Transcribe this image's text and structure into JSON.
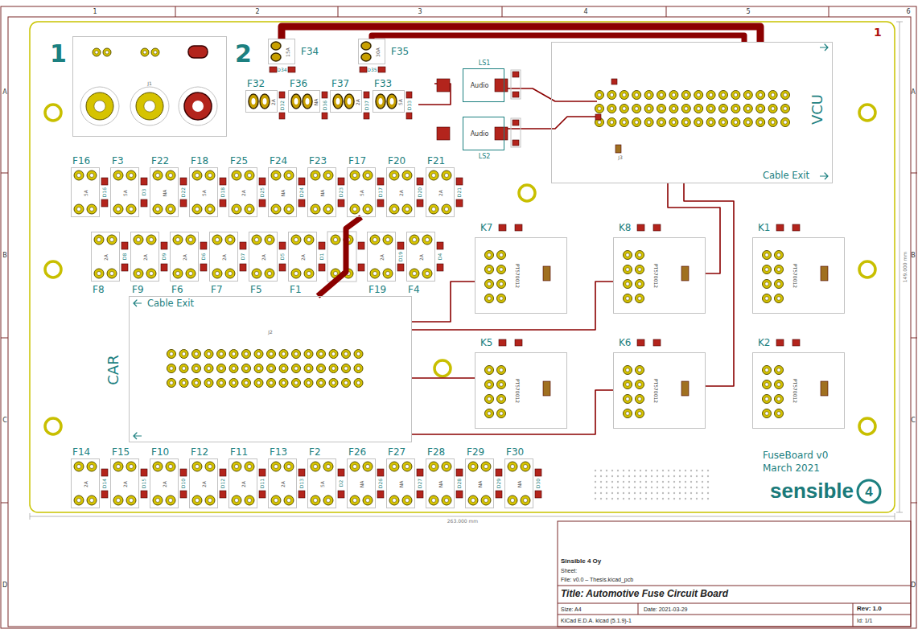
{
  "diagram": {
    "nodes": [
      {
        "text": [
          "J1"
        ]
      },
      {
        "text": [
          "F34",
          "15A"
        ]
      },
      {
        "text": [
          "F35",
          "30A"
        ]
      },
      {
        "text": [
          "F32",
          "2A"
        ]
      },
      {
        "text": [
          "F36",
          "NA"
        ]
      },
      {
        "text": [
          "F37",
          "2A"
        ]
      },
      {
        "text": [
          "F33",
          "5A"
        ]
      },
      {
        "text": [
          "LS1",
          "Audio"
        ]
      },
      {
        "text": [
          "LS2",
          "Audio"
        ]
      },
      {
        "text": [
          "VCU",
          "Cable Exit",
          "J3"
        ]
      },
      {
        "text": [
          "F16",
          "5A"
        ]
      },
      {
        "text": [
          "F3",
          "5A"
        ]
      },
      {
        "text": [
          "F22",
          "NA"
        ]
      },
      {
        "text": [
          "F18",
          "5A"
        ]
      },
      {
        "text": [
          "F25",
          "2A"
        ]
      },
      {
        "text": [
          "F24",
          "NA"
        ]
      },
      {
        "text": [
          "F23",
          "NA"
        ]
      },
      {
        "text": [
          "F17",
          "5A"
        ]
      },
      {
        "text": [
          "F20",
          "2A"
        ]
      },
      {
        "text": [
          "F21",
          "2A"
        ]
      },
      {
        "text": [
          "F8",
          "2A"
        ]
      },
      {
        "text": [
          "F9",
          "2A"
        ]
      },
      {
        "text": [
          "F6",
          "2A"
        ]
      },
      {
        "text": [
          "F7",
          "2A"
        ]
      },
      {
        "text": [
          "F5",
          "2A"
        ]
      },
      {
        "text": [
          "F1",
          "2A"
        ]
      },
      {
        "text": [
          "F19",
          "2A"
        ]
      },
      {
        "text": [
          "F4",
          "2A"
        ]
      },
      {
        "text": [
          "K7",
          "PT570012"
        ]
      },
      {
        "text": [
          "K8",
          "PT570012"
        ]
      },
      {
        "text": [
          "K1",
          "PT570012"
        ]
      },
      {
        "text": [
          "CAR",
          "Cable Exit",
          "J2"
        ]
      },
      {
        "text": [
          "K5",
          "PT570012"
        ]
      },
      {
        "text": [
          "K6",
          "PT570012"
        ]
      },
      {
        "text": [
          "K2",
          "PT570012"
        ]
      },
      {
        "text": [
          "F14",
          "2A"
        ]
      },
      {
        "text": [
          "F15",
          "2A"
        ]
      },
      {
        "text": [
          "F10",
          "2A"
        ]
      },
      {
        "text": [
          "F12",
          "2A"
        ]
      },
      {
        "text": [
          "F11",
          "2A"
        ]
      },
      {
        "text": [
          "F13",
          "2A"
        ]
      },
      {
        "text": [
          "F2",
          "5A"
        ]
      },
      {
        "text": [
          "F26",
          "NA"
        ]
      },
      {
        "text": [
          "F27",
          "NA"
        ]
      },
      {
        "text": [
          "F28",
          "NA"
        ]
      },
      {
        "text": [
          "F29",
          "NA"
        ]
      },
      {
        "text": [
          "F30",
          "NA"
        ]
      }
    ],
    "edges": [
      {
        "from": 1,
        "to": 9,
        "arrow": "none"
      },
      {
        "from": 2,
        "to": 9,
        "arrow": "none"
      },
      {
        "from": 31,
        "to": 17,
        "arrow": "none"
      },
      {
        "from": 31,
        "to": 28,
        "arrow": "none"
      },
      {
        "from": 31,
        "to": 29,
        "arrow": "none"
      },
      {
        "from": 31,
        "to": 32,
        "arrow": "none"
      },
      {
        "from": 31,
        "to": 33,
        "arrow": "none"
      },
      {
        "from": 9,
        "to": 29,
        "arrow": "none"
      },
      {
        "from": 9,
        "to": 33,
        "arrow": "none"
      }
    ],
    "labels": [
      "1",
      "2",
      "1",
      "FuseBoard v0",
      "March 2021",
      "sensible",
      "4",
      "263.000 mm",
      "149.000 mm",
      "1",
      "2",
      "3",
      "4",
      "5",
      "6",
      "A",
      "B",
      "C",
      "D",
      "A",
      "B",
      "C",
      "D",
      "Sinsible 4 Oy",
      "Sheet:",
      "File: v0.0 – Thesis.kicad_pcb",
      "Title: Automotive Fuse Circuit Board",
      "Size: A4",
      "Date: 2021-03-29",
      "Rev: 1.0",
      "KiCad E.D.A. kicad (5.1.9)-1",
      "Id: 1/1",
      "D34",
      "D35",
      "D32",
      "D36",
      "D37",
      "D33",
      "D16",
      "D3",
      "D22",
      "D18",
      "D25",
      "D24",
      "D23",
      "D17",
      "D20",
      "D21",
      "D8",
      "D9",
      "D6",
      "D7",
      "D5",
      "D1",
      "D19",
      "D4",
      "D14",
      "D15",
      "D10",
      "D12",
      "D11",
      "D13",
      "D2",
      "D26",
      "D27",
      "D28",
      "D29",
      "D30"
    ]
  }
}
